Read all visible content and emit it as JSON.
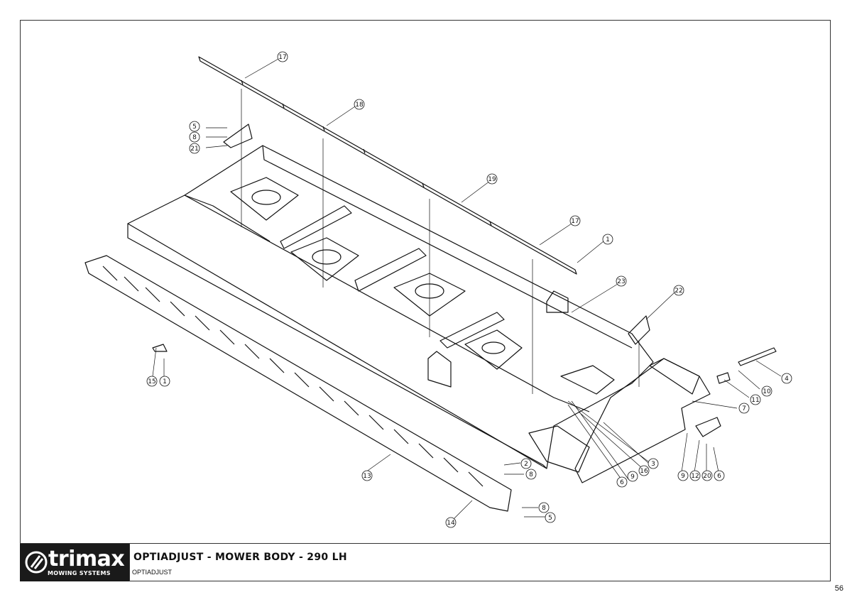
{
  "title_block": {
    "logo_word": "trimax",
    "logo_tagline": "MOWING SYSTEMS",
    "title": "OPTIADJUST - MOWER BODY - 290 LH",
    "subtitle": "OPTIADJUST"
  },
  "page_number": "56",
  "callouts": [
    "17",
    "18",
    "5",
    "8",
    "21",
    "19",
    "17",
    "1",
    "23",
    "22",
    "4",
    "10",
    "11",
    "7",
    "15",
    "1",
    "3",
    "16",
    "6",
    "9",
    "9",
    "12",
    "20",
    "6",
    "2",
    "8",
    "13",
    "8",
    "5",
    "14"
  ]
}
